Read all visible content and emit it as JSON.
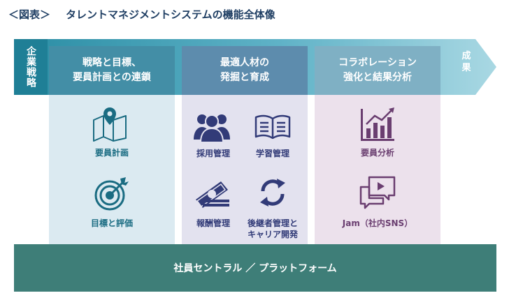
{
  "title": {
    "tag": "＜図表＞",
    "text": "タレントマネジメントシステムの機能全体像"
  },
  "strategy_label": "企業戦略",
  "result_label": "成果",
  "columns": [
    {
      "heading_line1": "戦略と目標、",
      "heading_line2": "要員計画との連鎖",
      "items": [
        {
          "label": "要員計画",
          "icon": "map-pin-icon"
        },
        {
          "label": "目標と評価",
          "icon": "target-icon"
        }
      ]
    },
    {
      "heading_line1": "最適人材の",
      "heading_line2": "発掘と育成",
      "items": [
        {
          "label": "採用管理",
          "icon": "people-icon"
        },
        {
          "label": "学習管理",
          "icon": "book-icon"
        },
        {
          "label": "報酬管理",
          "icon": "money-icon"
        },
        {
          "label_line1": "後継者管理と",
          "label_line2": "キャリア開発",
          "icon": "refresh-icon"
        }
      ]
    },
    {
      "heading_line1": "コラボレーション",
      "heading_line2": "強化と結果分析",
      "items": [
        {
          "label": "要員分析",
          "icon": "chart-icon"
        },
        {
          "label": "Jam（社内SNS）",
          "icon": "video-chat-icon"
        }
      ]
    }
  ],
  "platform_label": "社員セントラル ／ プラットフォーム",
  "colors": {
    "title": "#1f3e63",
    "band_dark": "#1f7f96",
    "band_light": "#a9d8e3",
    "platform": "#3e7e78",
    "teal": "#1a6c82",
    "navy": "#323b78",
    "plum": "#6a3e70"
  }
}
